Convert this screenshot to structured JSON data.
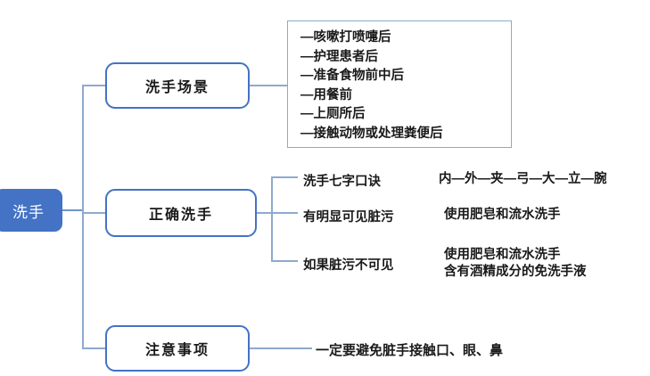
{
  "diagram": {
    "title": "洗手",
    "root": {
      "label": "洗手"
    },
    "branches": [
      {
        "id": "branch-scenarios",
        "label": "洗手场景",
        "items": [
          "—咳嗽打喷嚏后",
          "—护理患者后",
          "—准备食物前中后",
          "—用餐前",
          "—上厕所后",
          "—接触动物或处理粪便后"
        ]
      },
      {
        "id": "branch-correct-wash",
        "label": "正确洗手",
        "rows": [
          {
            "label": "洗手七字口诀",
            "value": "内—外—夹—弓—大—立—腕"
          },
          {
            "label": "有明显可见脏污",
            "value": "使用肥皂和流水洗手"
          },
          {
            "label": "如果脏污不可见",
            "value_line1": "使用肥皂和流水洗手",
            "value_line2": "含有酒精成分的免洗手液"
          }
        ]
      },
      {
        "id": "branch-notes",
        "label": "注意事项",
        "note": "一定要避免脏手接触口、眼、鼻"
      }
    ]
  },
  "colors": {
    "root_fill": "#4472C4",
    "root_text": "#FFFFFF",
    "branch_border": "#4472C4",
    "branch_fill": "#FFFFFF",
    "connector": "#6F93C9",
    "box_border": "#8FA9C8",
    "text": "#1A1A1A"
  }
}
